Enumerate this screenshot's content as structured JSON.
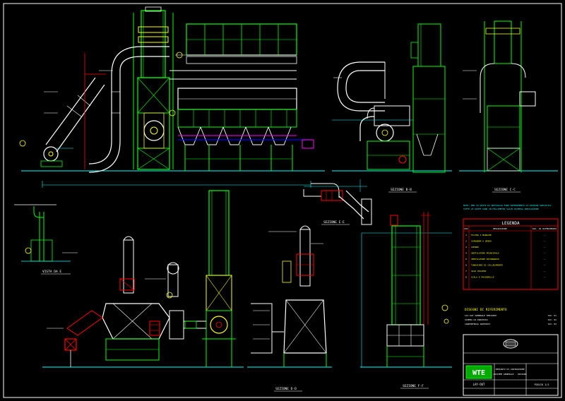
{
  "sections": {
    "b_b": "SEZIONE B-B",
    "c_c": "SEZIONE C-C",
    "d_d": "SEZIONE D-D",
    "e_e": "SEZIONE E-E",
    "f_f": "SEZIONE F-F",
    "vista_e": "VISTA DA E"
  },
  "notes": {
    "line1": "NOTE: PER LE QUOTE DI DETTAGLIO FARE RIFERIMENTO AI DISEGNI SPECIFICI",
    "line2": "TUTTE LE QUOTE SONO IN MILLIMETRI SALVO DIVERSA INDICAZIONE"
  },
  "legend": {
    "title": "LEGENDA",
    "col_pos": "POS",
    "col_desc": "DESCRIZIONE",
    "col_ref": "DIS. DI RIFERIMENTO",
    "rows": [
      {
        "pos": "1",
        "desc": "FILTRO A MANICHE",
        "ref": "--"
      },
      {
        "pos": "2",
        "desc": "SCRUBBER A UMIDO",
        "ref": "--"
      },
      {
        "pos": "3",
        "desc": "CAMINO",
        "ref": "--"
      },
      {
        "pos": "4",
        "desc": "VENTILATORE PRINCIPALE",
        "ref": "--"
      },
      {
        "pos": "5",
        "desc": "VENTILATORE SECONDARIO",
        "ref": "--"
      },
      {
        "pos": "6",
        "desc": "TUBAZIONI DI COLLEGAMENTO",
        "ref": "--"
      },
      {
        "pos": "7",
        "desc": "SILO POLVERI",
        "ref": "--"
      },
      {
        "pos": "8",
        "desc": "SCALA E PASSERELLE",
        "ref": "--"
      }
    ]
  },
  "references": {
    "title": "DISEGNI DI RIFERIMENTO",
    "rows": [
      {
        "left": "LAY-OUT GENERALE IMPIANTO",
        "right": "TAV. 01"
      },
      {
        "left": "SCHEMA DI PROCESSO",
        "right": "TAV. 02"
      },
      {
        "left": "CARPENTERIA SUPPORTI",
        "right": "TAV. 03"
      }
    ]
  },
  "title_block": {
    "logo": "WTE",
    "project": "IMPIANTO DI ASPIRAZIONE",
    "subject": "ASSIEME GENERALE - SEZIONI",
    "drawing": "LAY-OUT",
    "sheet": "FOGLIO 1/1"
  },
  "colors": {
    "background": "#000000",
    "steel": "#00ff00",
    "duct": "#ffffff",
    "dims": "#00ffff",
    "fan": "#ffff00",
    "hatch": "#ff0000",
    "pipe": "#ff00ff",
    "frame": "#ffffff"
  }
}
